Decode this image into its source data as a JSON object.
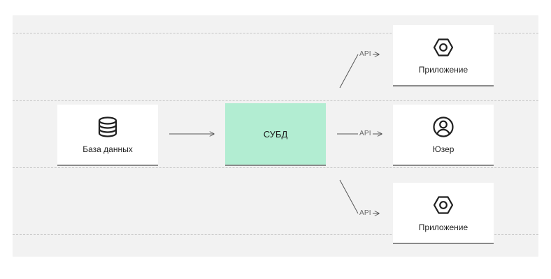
{
  "nodes": {
    "database": {
      "label": "База данных",
      "icon": "database-icon"
    },
    "dbms": {
      "label": "СУБД"
    },
    "app_top": {
      "label": "Приложение",
      "icon": "gear-icon"
    },
    "user": {
      "label": "Юзер",
      "icon": "user-icon"
    },
    "app_bottom": {
      "label": "Приложение",
      "icon": "gear-icon"
    }
  },
  "edges": {
    "top": {
      "label": "API"
    },
    "middle": {
      "label": "API"
    },
    "bottom": {
      "label": "API"
    }
  },
  "colors": {
    "dbms_fill": "#b2edd2",
    "canvas": "#f2f2f2",
    "card_border": "#8a8a8a"
  }
}
